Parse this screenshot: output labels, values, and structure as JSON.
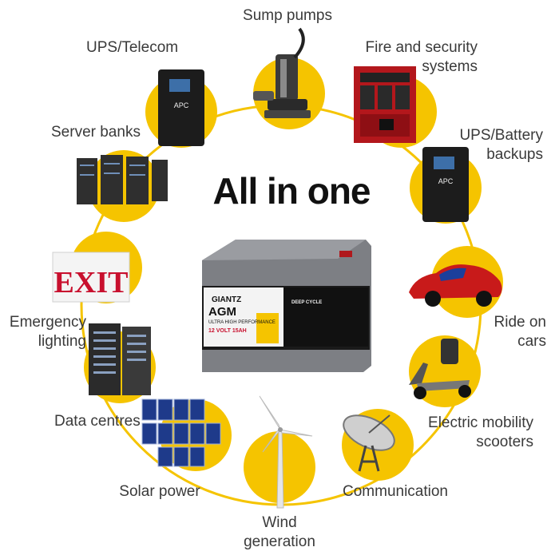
{
  "headline": "All in one",
  "battery": {
    "brand": "GIANTZ",
    "type": "AGM",
    "tagline": "ULTRA HIGH PERFORMANCE",
    "rating": "12 VOLT 15AH",
    "side_label": "DEEP CYCLE"
  },
  "applications": [
    {
      "label": "Sump pumps"
    },
    {
      "label": "Fire and security\nsystems"
    },
    {
      "label": "UPS/Battery\nbackups"
    },
    {
      "label": "Ride on\ncars"
    },
    {
      "label": "Electric mobility\nscooters"
    },
    {
      "label": "Communication"
    },
    {
      "label": "Wind\ngeneration"
    },
    {
      "label": "Solar power"
    },
    {
      "label": "Data centres"
    },
    {
      "label": "Emergency\nlighting"
    },
    {
      "label": "Server banks"
    },
    {
      "label": "UPS/Telecom"
    }
  ],
  "devices": {
    "ups_brand": "APC",
    "exit_sign": "EXIT"
  },
  "colors": {
    "accent": "#f5c400",
    "exit_red": "#c8102e",
    "battery_grey": "#7d7f84"
  }
}
